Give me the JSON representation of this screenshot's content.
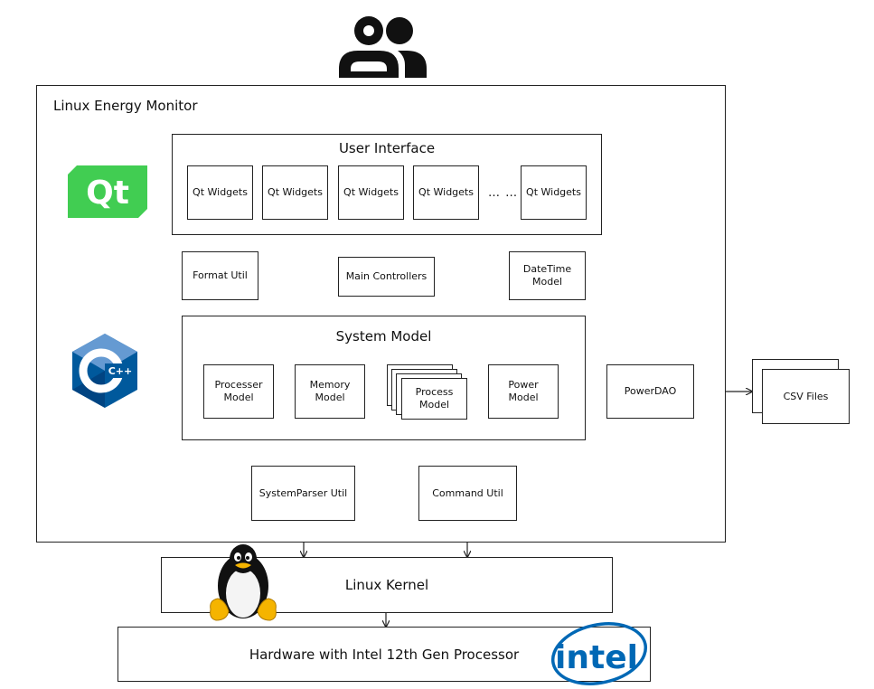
{
  "diagram": {
    "outer_title": "Linux Energy Monitor",
    "user_interface": {
      "title": "User Interface",
      "widgets": [
        "Qt Widgets",
        "Qt Widgets",
        "Qt Widgets",
        "Qt Widgets",
        "Qt Widgets"
      ],
      "ellipsis": "… …"
    },
    "format_util": "Format Util",
    "main_controllers": "Main Controllers",
    "datetime_model": "DateTime Model",
    "system_model": {
      "title": "System Model",
      "processer_model": "Processer Model",
      "memory_model": "Memory Model",
      "process_model": "Process Model",
      "power_model": "Power Model"
    },
    "power_dao": "PowerDAO",
    "csv_files": "CSV Files",
    "systemparser_util": "SystemParser Util",
    "command_util": "Command Util",
    "linux_kernel": "Linux Kernel",
    "hardware": "Hardware with Intel 12th Gen Processor"
  },
  "logos": {
    "qt": {
      "text": "Qt",
      "color": "#41cd52"
    },
    "cpp": {
      "text": "C++",
      "colors": [
        "#659ad2",
        "#00599c",
        "#004482"
      ]
    },
    "intel": {
      "text": "intel",
      "color": "#0068b5"
    },
    "linux": {
      "name": "tux-penguin-icon"
    },
    "users": {
      "name": "users-icon"
    }
  }
}
